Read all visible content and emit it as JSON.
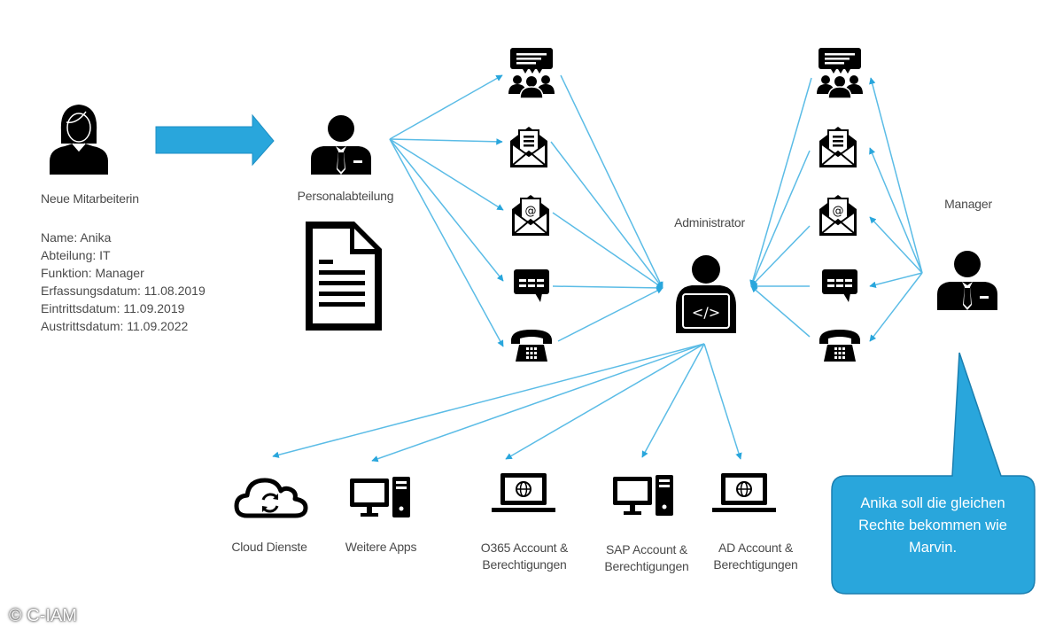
{
  "colors": {
    "accent": "#29a6dc",
    "line": "#5bbce6",
    "icon": "#000000",
    "text": "#4a4a4a"
  },
  "employee": {
    "title": "Neue Mitarbeiterin",
    "fields": [
      "Name: Anika",
      "Abteilung: IT",
      "Funktion: Manager",
      "Erfassungsdatum: 11.08.2019",
      "Eintrittsdatum: 11.09.2019",
      "Austrittsdatum: 11.09.2022"
    ]
  },
  "hr": {
    "label": "Personalabteilung"
  },
  "admin": {
    "label": "Administrator"
  },
  "manager": {
    "label": "Manager"
  },
  "channels": [
    {
      "name": "meeting",
      "icon": "meeting-chat-icon"
    },
    {
      "name": "letter",
      "icon": "envelope-document-icon"
    },
    {
      "name": "email",
      "icon": "envelope-at-icon"
    },
    {
      "name": "message",
      "icon": "chat-message-icon"
    },
    {
      "name": "phone",
      "icon": "telephone-icon"
    }
  ],
  "systems": [
    {
      "label_lines": [
        "Cloud Dienste"
      ],
      "icon": "cloud-sync-icon"
    },
    {
      "label_lines": [
        "Weitere Apps"
      ],
      "icon": "desktop-computer-icon"
    },
    {
      "label_lines": [
        "O365 Account &",
        "Berechtigungen"
      ],
      "icon": "laptop-globe-icon"
    },
    {
      "label_lines": [
        "SAP Account &",
        "Berechtigungen"
      ],
      "icon": "desktop-computer-icon"
    },
    {
      "label_lines": [
        "AD Account &",
        "Berechtigungen"
      ],
      "icon": "laptop-globe-icon"
    }
  ],
  "speech_bubble": {
    "text_lines": [
      "Anika soll die gleichen",
      "Rechte bekommen wie",
      "Marvin."
    ]
  },
  "copyright": "© C-IAM"
}
